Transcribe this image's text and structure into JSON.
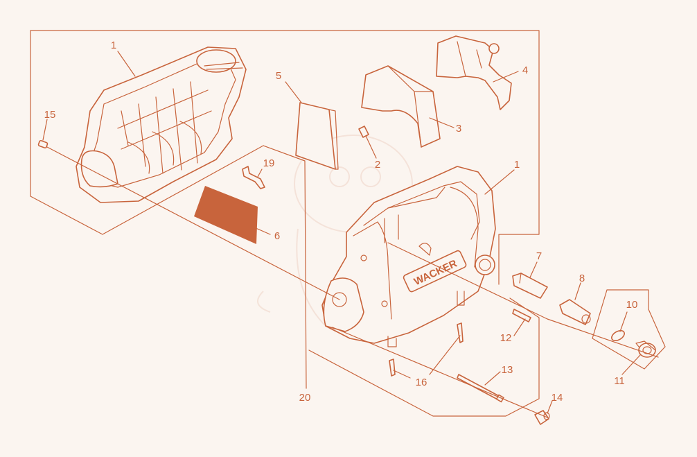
{
  "diagram": {
    "type": "exploded-parts-diagram",
    "line_color": "#c8643c",
    "background_color": "#fbf5f0",
    "brand_text_on_part": "WACKER",
    "callouts": [
      "1",
      "1",
      "2",
      "3",
      "4",
      "5",
      "6",
      "7",
      "8",
      "10",
      "11",
      "12",
      "13",
      "14",
      "15",
      "16",
      "19",
      "20"
    ]
  }
}
